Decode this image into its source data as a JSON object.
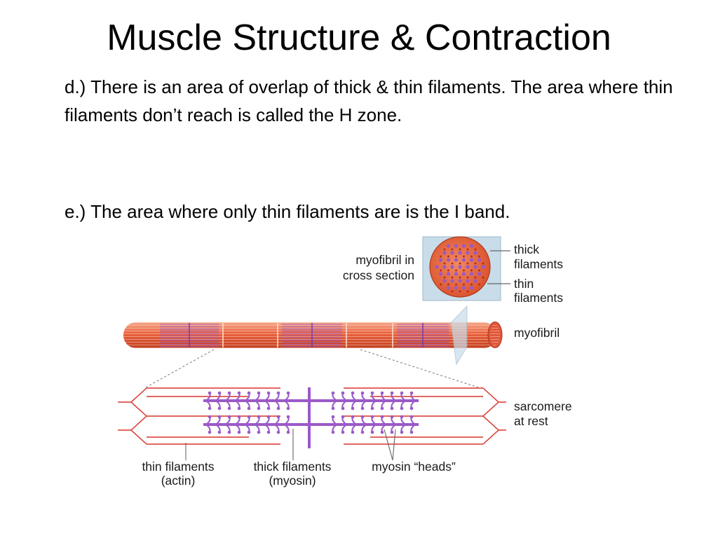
{
  "slide": {
    "title": "Muscle Structure & Contraction",
    "bullets": [
      "d.) There is an area of overlap of thick & thin filaments. The area where thin filaments don’t reach is called the H zone.",
      "e.)  The area where only thin filaments are is the I band."
    ]
  },
  "figure": {
    "labels": {
      "cross_section_1": "myofibril in",
      "cross_section_2": "cross section",
      "thick_1": "thick",
      "thick_2": "filaments",
      "thin_1": "thin",
      "thin_2": "filaments",
      "myofibril": "myofibril",
      "sarcomere_1": "sarcomere",
      "sarcomere_2": "at rest",
      "thin_bottom_1": "thin filaments",
      "thin_bottom_2": "(actin)",
      "thick_bottom_1": "thick filaments",
      "thick_bottom_2": "(myosin)",
      "myosin_heads": "myosin “heads”"
    },
    "colors": {
      "myofibril": "#e8603c",
      "myosin": "#9b59c8",
      "actin_line": "#d9342b",
      "panel": "#c9dcea"
    }
  }
}
